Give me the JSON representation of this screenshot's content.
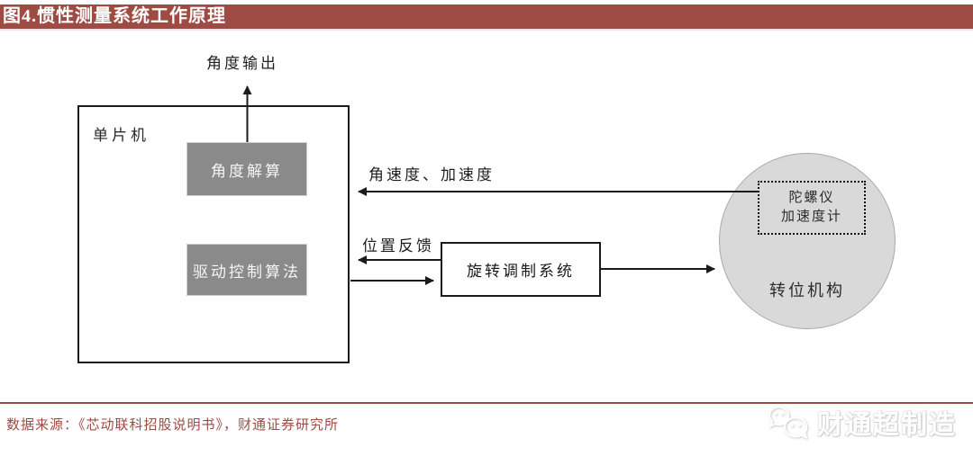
{
  "colors": {
    "accent_red": "#9e4b43",
    "box_gray": "#8a8a8a",
    "circle_gray": "#d9d9d9",
    "line_black": "#1b1b1b"
  },
  "header": {
    "title": "图4.惯性测量系统工作原理"
  },
  "diagram": {
    "mcu_label": "单片机",
    "angle_output_label": "角度输出",
    "angle_solver_label": "角度解算",
    "drive_control_label": "驱动控制算法",
    "angular_rate_label": "角速度、加速度",
    "position_feedback_label": "位置反馈",
    "rotation_modulation_label": "旋转调制系统",
    "sensor_box": {
      "line1": "陀螺仪",
      "line2": "加速度计"
    },
    "indexing_mechanism_label": "转位机构"
  },
  "footer": {
    "source": "数据来源：《芯动联科招股说明书》，财通证券研究所",
    "watermark": {
      "icon": "wechat-icon",
      "text": "财通超制造"
    }
  }
}
